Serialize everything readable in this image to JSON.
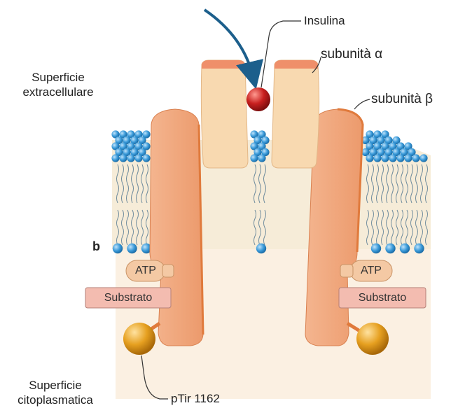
{
  "labels": {
    "surface_extracellular": "Superficie\nextracellulare",
    "surface_cytoplasmic": "Superficie\ncitoplasmatica",
    "insulin": "Insulina",
    "alpha_subunit": "subunità α",
    "beta_subunit": "subunità β",
    "panel_letter": "b",
    "atp_left": "ATP",
    "atp_right": "ATP",
    "substrate_left": "Substrato",
    "substrate_right": "Substrato",
    "phospho_tyrosine": "pTir 1162"
  },
  "colors": {
    "membrane_head": "#3a9ad9",
    "membrane_band": "#f6ecd8",
    "cytoplasm": "#fbf0e2",
    "beta_subunit": "#f0a87e",
    "alpha_subunit": "#f8d9b0",
    "insulin": "#c8201f",
    "phospho_ball": "#e6a020",
    "substrate": "#f3bcb0",
    "arrow": "#1c5f8c"
  }
}
